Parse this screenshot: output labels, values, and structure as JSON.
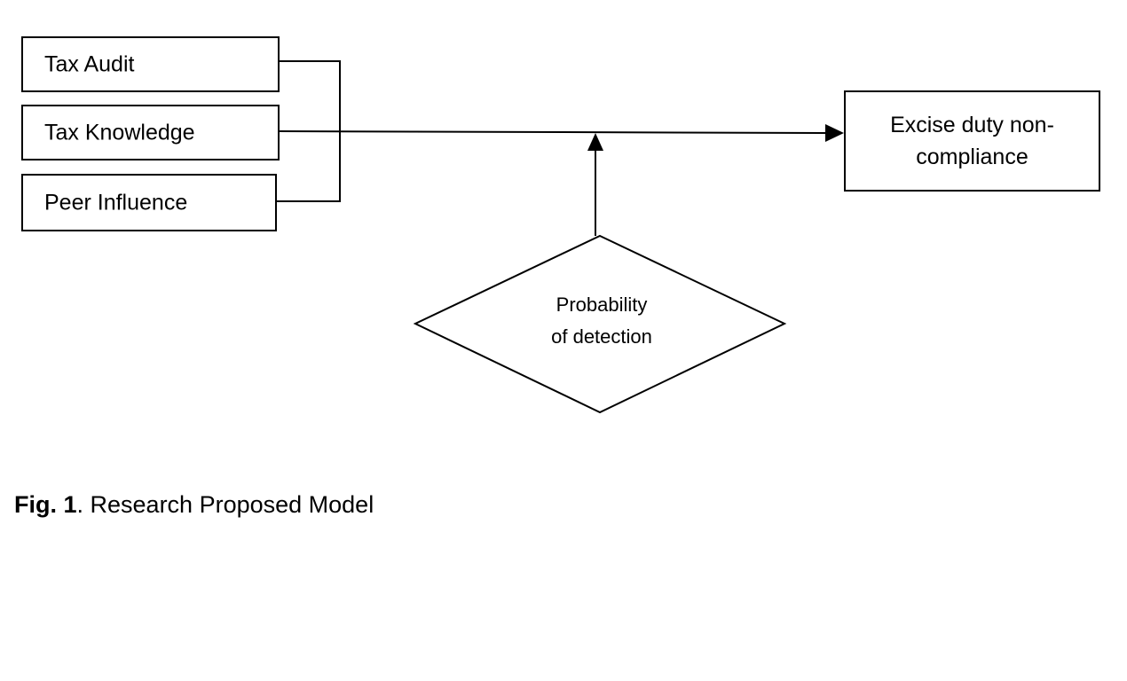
{
  "diagram": {
    "inputs": [
      {
        "label": "Tax Audit"
      },
      {
        "label": "Tax Knowledge"
      },
      {
        "label": "Peer Influence"
      }
    ],
    "outcome": {
      "label": "Excise duty non-\ncompliance"
    },
    "moderator": {
      "label": "Probability\nof detection"
    }
  },
  "caption": {
    "prefix": "Fig. 1",
    "text": ". Research Proposed Model"
  }
}
